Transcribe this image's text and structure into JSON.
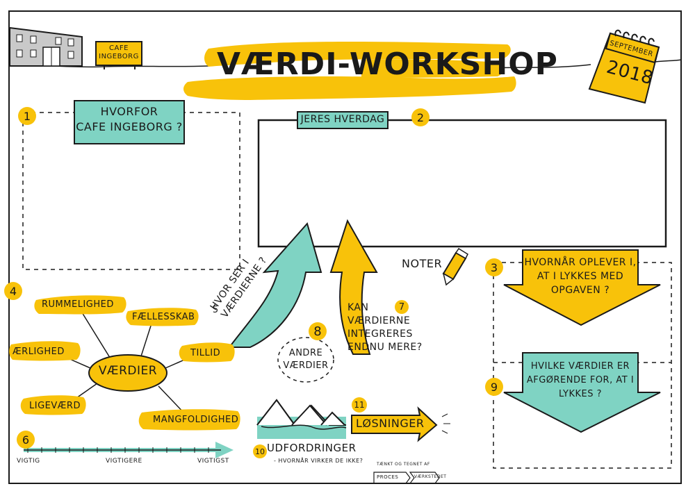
{
  "colors": {
    "yellow": "#f8c20a",
    "teal": "#7fd3c3",
    "ink": "#1a1a1a",
    "gray": "#c9c9c9"
  },
  "header": {
    "title": "VÆRDI-WORKSHOP",
    "cafe_sign": [
      "CAFE",
      "INGEBORG"
    ],
    "calendar_month": "SEPTEMBER",
    "calendar_year": "2018"
  },
  "sections": {
    "s1": {
      "number": "1",
      "title": [
        "HVORFOR",
        "CAFE INGEBORG ?"
      ]
    },
    "s2": {
      "number": "2",
      "title": "JERES HVERDAG"
    },
    "s3": {
      "number": "3",
      "text": [
        "HVORNÅR OPLEVER I,",
        "AT I LYKKES MED",
        "OPGAVEN ?"
      ]
    },
    "s4": {
      "number": "4",
      "center": "VÆRDIER",
      "values": [
        "RUMMELIGHED",
        "FÆLLESSKAB",
        "ÆRLIGHED",
        "TILLID",
        "LIGEVÆRD",
        "MANGFOLDIGHED"
      ]
    },
    "s5": {
      "number": "5",
      "text": [
        "HVOR SER I",
        "VÆRDIERNE ?"
      ]
    },
    "s6": {
      "number": "6",
      "scale": [
        "VIGTIG",
        "VIGTIGERE",
        "VIGTIGST"
      ]
    },
    "s7": {
      "number": "7",
      "text": [
        "KAN",
        "VÆRDIERNE",
        "INTEGRERES",
        "ENDNU MERE?"
      ]
    },
    "s8": {
      "number": "8",
      "text": [
        "ANDRE",
        "VÆRDIER"
      ]
    },
    "s9": {
      "number": "9",
      "text": [
        "HVILKE VÆRDIER ER",
        "AFGØRENDE FOR, AT I",
        "LYKKES ?"
      ]
    },
    "s10": {
      "number": "10",
      "title": "UDFORDRINGER",
      "subtitle": "- HVORNÅR VIRKER DE IKKE?"
    },
    "s11": {
      "number": "11",
      "text": "LØSNINGER"
    }
  },
  "noter": "NOTER",
  "credit": {
    "line": "TÆNKT OG TEGNET AF",
    "logo_left": "PROCES",
    "logo_right": "VÆRKSTEDET"
  }
}
